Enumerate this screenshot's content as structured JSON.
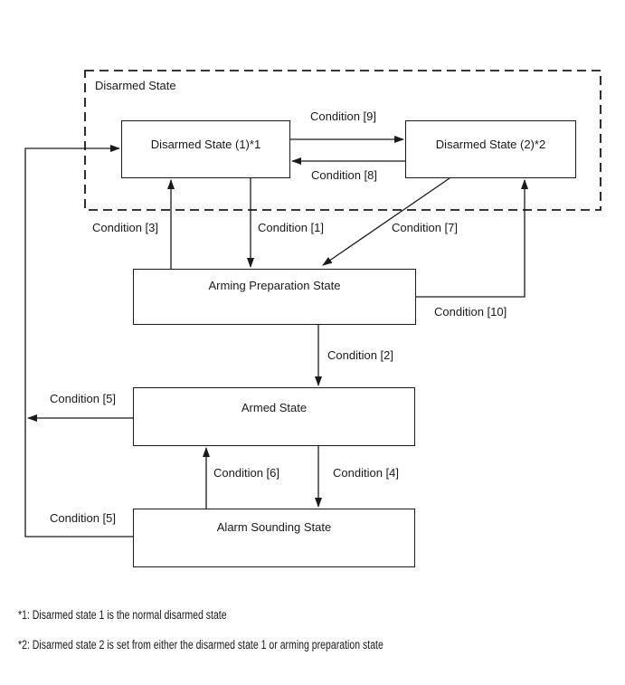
{
  "diagram": {
    "container": {
      "label": "Disarmed State"
    },
    "nodes": {
      "disarmed1": "Disarmed State (1)*1",
      "disarmed2": "Disarmed State (2)*2",
      "arming_prep": "Arming Preparation State",
      "armed": "Armed State",
      "alarm": "Alarm Sounding State"
    },
    "conditions": {
      "c1": "Condition [1]",
      "c2": "Condition [2]",
      "c3": "Condition [3]",
      "c4": "Condition [4]",
      "c5": "Condition [5]",
      "c6": "Condition [6]",
      "c7": "Condition [7]",
      "c8": "Condition [8]",
      "c9": "Condition [9]",
      "c10": "Condition [10]"
    },
    "transitions": [
      {
        "from": "disarmed1",
        "to": "disarmed2",
        "condition": "Condition [9]"
      },
      {
        "from": "disarmed2",
        "to": "disarmed1",
        "condition": "Condition [8]"
      },
      {
        "from": "disarmed1",
        "to": "arming_prep",
        "condition": "Condition [1]"
      },
      {
        "from": "arming_prep",
        "to": "disarmed1",
        "condition": "Condition [3]"
      },
      {
        "from": "disarmed2",
        "to": "arming_prep",
        "condition": "Condition [7]"
      },
      {
        "from": "arming_prep",
        "to": "disarmed2",
        "condition": "Condition [10]"
      },
      {
        "from": "arming_prep",
        "to": "armed",
        "condition": "Condition [2]"
      },
      {
        "from": "armed",
        "to": "alarm",
        "condition": "Condition [4]"
      },
      {
        "from": "alarm",
        "to": "armed",
        "condition": "Condition [6]"
      },
      {
        "from": "armed",
        "to": "disarmed1",
        "condition": "Condition [5]"
      },
      {
        "from": "alarm",
        "to": "disarmed1",
        "condition": "Condition [5]"
      }
    ]
  },
  "footnotes": {
    "note1": "*1: Disarmed state 1 is the normal disarmed state",
    "note2": "*2: Disarmed state 2 is set from either the disarmed state 1 or arming preparation state"
  },
  "colors": {
    "line": "#1a1a1a",
    "background": "#ffffff",
    "text": "#1a1a1a"
  }
}
